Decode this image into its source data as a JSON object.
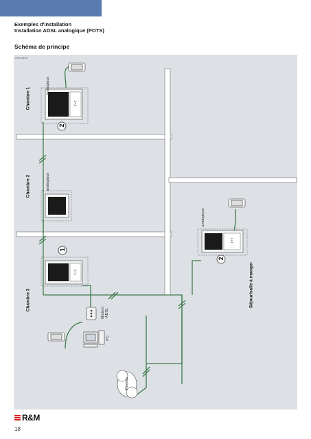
{
  "header": {
    "line1": "Exemples d'installation",
    "line2": "Installation ADSL analogique (POTS)"
  },
  "section_title": "Schéma de principe",
  "figure_ref": "XXL3115",
  "rooms": {
    "room1": "Chambre 1",
    "room2": "Chambre 2",
    "room3": "Chambre 3",
    "dining": "Séjour/salle à manger"
  },
  "labels": {
    "analog": "analogique",
    "modem": "Modem ADSL",
    "modem_l1": "Modem",
    "modem_l2": "ADSL",
    "pc": "PC",
    "network": "Réseau",
    "socket": "T+T",
    "badge_1": "1",
    "badge_2": "2"
  },
  "colors": {
    "header_bar": "#5a7ab0",
    "figure_bg": "#dde1e6",
    "wire_green": "#3e7a4a",
    "wall": "#ffffff",
    "logo_red": "#d42020"
  },
  "footer": {
    "logo": "R&M",
    "page": "18"
  }
}
